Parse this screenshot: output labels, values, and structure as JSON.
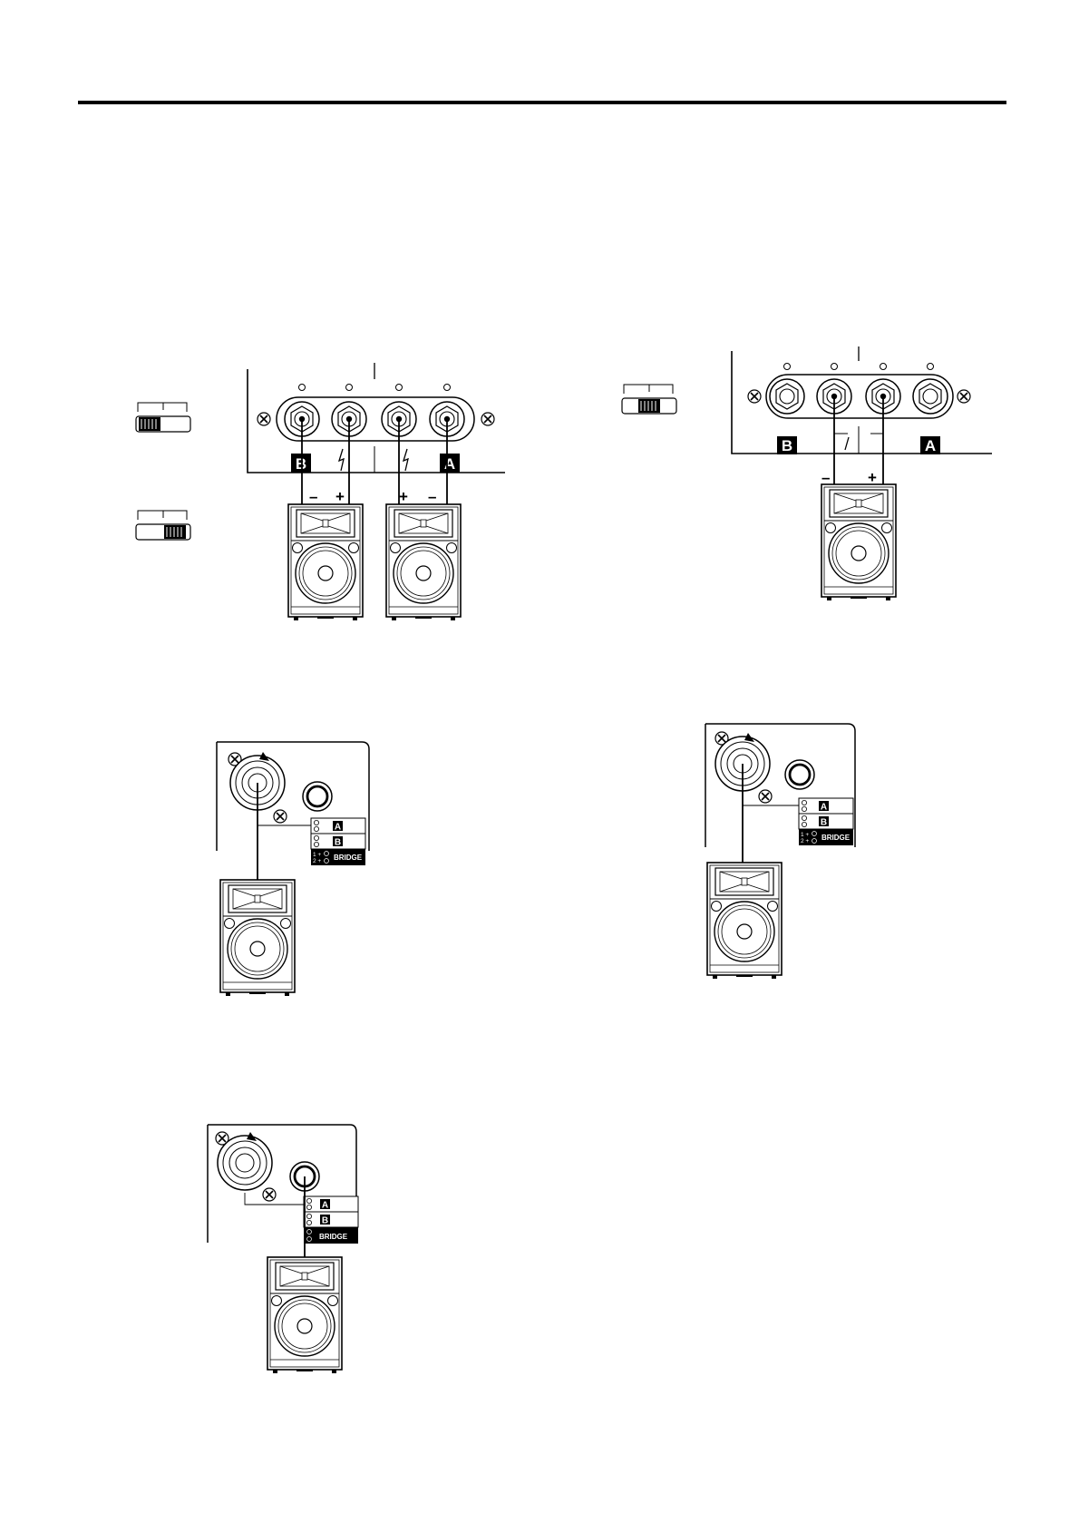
{
  "colors": {
    "ink": "#000000",
    "paper": "#ffffff"
  },
  "labels": {
    "channel_a": "A",
    "channel_b": "B",
    "plus": "+",
    "minus": "–",
    "bridge": "BRIDGE",
    "ch1_plus": "1 +",
    "ch2_plus": "2 +"
  },
  "icons": {
    "speaker": "speaker-icon",
    "binding_post": "binding-post-icon",
    "speakon_jack": "speakon-jack-icon",
    "phone_jack": "phone-jack-icon",
    "mode_switch": "mode-switch-icon",
    "screw": "screw-icon"
  }
}
